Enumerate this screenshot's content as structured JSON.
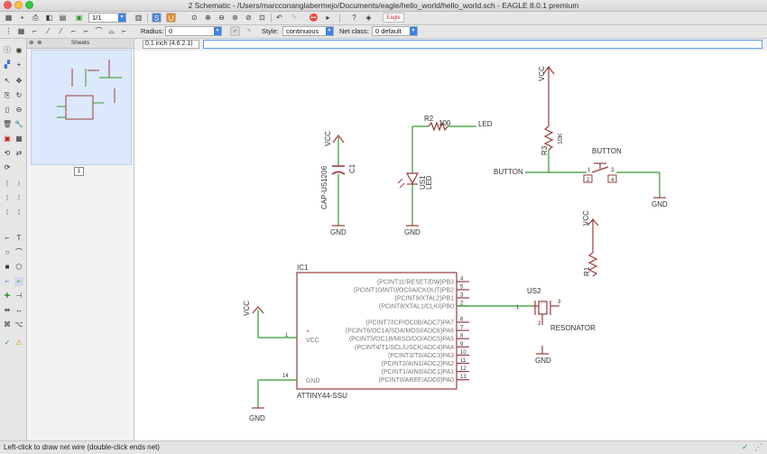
{
  "window": {
    "title": "2 Schematic - /Users/marcconanglabermejo/Documents/eagle/hello_world/hello_world.sch - EAGLE 8.0.1 premium"
  },
  "toolbar": {
    "sheet_value": "1/1",
    "badge_text": "Eagle"
  },
  "params": {
    "radius_label": "Radius:",
    "radius_value": "0",
    "style_label": "Style:",
    "style_value": "continuous",
    "netclass_label": "Net class:",
    "netclass_value": "0 default"
  },
  "sheets_panel": {
    "header": "Sheets",
    "sheet_number": "1"
  },
  "coordinate": "0.1 inch (4.6 2.1)",
  "command": "",
  "status": {
    "message": "Left-click to draw net wire (double-click ends net)"
  },
  "colors": {
    "part": "#9a3b3b",
    "net": "#2e9a2e",
    "pin": "#9a3b3b",
    "text": "#333333"
  },
  "schematic": {
    "c1": {
      "name": "C1",
      "value": "CAP-US1206",
      "vcc": "VCC",
      "gnd": "GND"
    },
    "r2": {
      "name": "R2",
      "value": "100"
    },
    "led_net": "LED",
    "us1": {
      "name": "US1",
      "value": "LED",
      "gnd": "GND"
    },
    "r3": {
      "name": "R3",
      "value": "10K",
      "vcc": "VCC"
    },
    "button": {
      "name": "BUTTON",
      "net": "BUTTON",
      "gnd": "GND",
      "pin1": "1",
      "pin2": "2",
      "pin3": "3",
      "pin4": "4"
    },
    "r1": {
      "name": "R1",
      "vcc": "VCC"
    },
    "ic1": {
      "name": "IC1",
      "value": "ATTINY44-SSU",
      "vcc_pin_name": "VCC",
      "gnd_pin_name": "GND",
      "vcc_num": "1",
      "gnd_num": "14",
      "vcc": "VCC",
      "gnd": "GND",
      "plus": "+",
      "pins_top": [
        {
          "name": "(PCINT11/RESET/DW)PB3",
          "num": "4"
        },
        {
          "name": "(PCINT10/INT0/OC0A/CKOUT)PB2",
          "num": "5"
        },
        {
          "name": "(PCINT9/XTAL2)PB1",
          "num": "3"
        },
        {
          "name": "(PCINT8/XTAL1/CLKI)PB0",
          "num": "2"
        }
      ],
      "pins_bottom": [
        {
          "name": "(PCINT7/ICP/OC0B/ADC7)PA7",
          "num": "6"
        },
        {
          "name": "(PCINT6/OC1A/SDA/MOSI/ADC6)PA6",
          "num": "7"
        },
        {
          "name": "(PCINT5/OC1B/MISO/DO/ADC5)PA5",
          "num": "8"
        },
        {
          "name": "(PCINT4/T1/SCL/USCK/ADC4)PA4",
          "num": "9"
        },
        {
          "name": "(PCINT3/T0/ADC3)PA3",
          "num": "10"
        },
        {
          "name": "(PCINT2/AIN1/ADC2)PA2",
          "num": "11"
        },
        {
          "name": "(PCINT1/AIN0/ADC1)PA1",
          "num": "12"
        },
        {
          "name": "(PCINT0/AREF/ADC0)PA0",
          "num": "13"
        }
      ]
    },
    "us2": {
      "name": "US2",
      "value": "RESONATOR",
      "gnd": "GND",
      "pin1": "1",
      "pin2": "2",
      "pin3": "3"
    }
  }
}
